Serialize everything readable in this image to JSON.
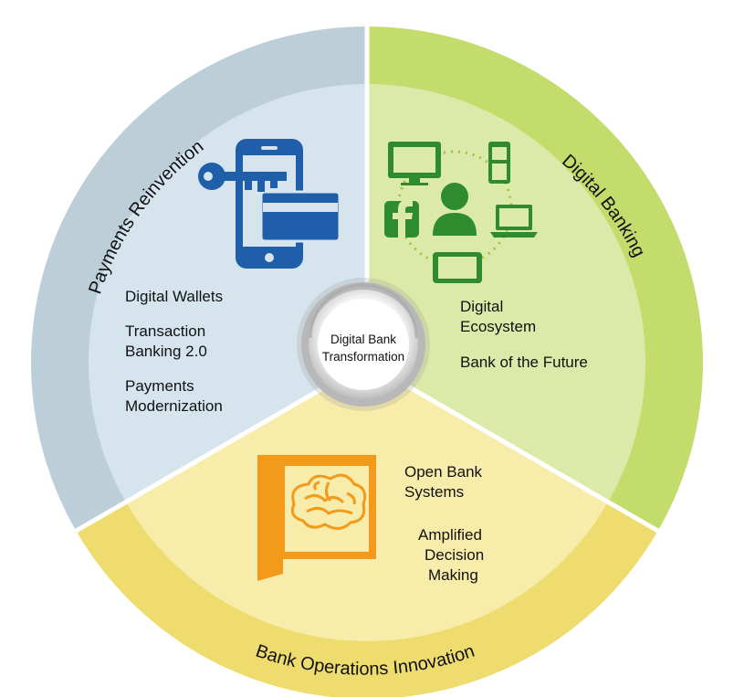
{
  "ring_labels": {
    "payments": "Payments Reinvention",
    "digital": "Digital Banking",
    "operations": "Bank Operations Innovation"
  },
  "center": {
    "line1": "Digital Bank",
    "line2": "Transformation"
  },
  "payments_items": [
    "Digital Wallets",
    "Transaction",
    "Banking 2.0",
    "Payments",
    "Modernization"
  ],
  "digital_items": [
    "Digital",
    "Ecosystem",
    "Bank of the Future"
  ],
  "operations_items": [
    "Open Bank",
    "Systems",
    "Amplified",
    "Decision",
    "Making"
  ],
  "icons": [
    "key-icon",
    "smartphone-icon",
    "credit-card-icon",
    "monitor-icon",
    "mobile-phone-icon",
    "person-icon",
    "facebook-icon",
    "laptop-icon",
    "tablet-icon",
    "brain-icon",
    "open-door-icon"
  ],
  "colors": {
    "payments_outer": "#bccfd9",
    "payments_inner": "#d6e4ee",
    "digital_outer": "#c4dc6c",
    "digital_inner": "#dbeaa8",
    "operations_outer": "#eedd6e",
    "operations_inner": "#f7ecaa",
    "blue_icon": "#1f5ea8",
    "green_icon": "#2e8b2e",
    "orange_icon": "#f39a1b"
  }
}
